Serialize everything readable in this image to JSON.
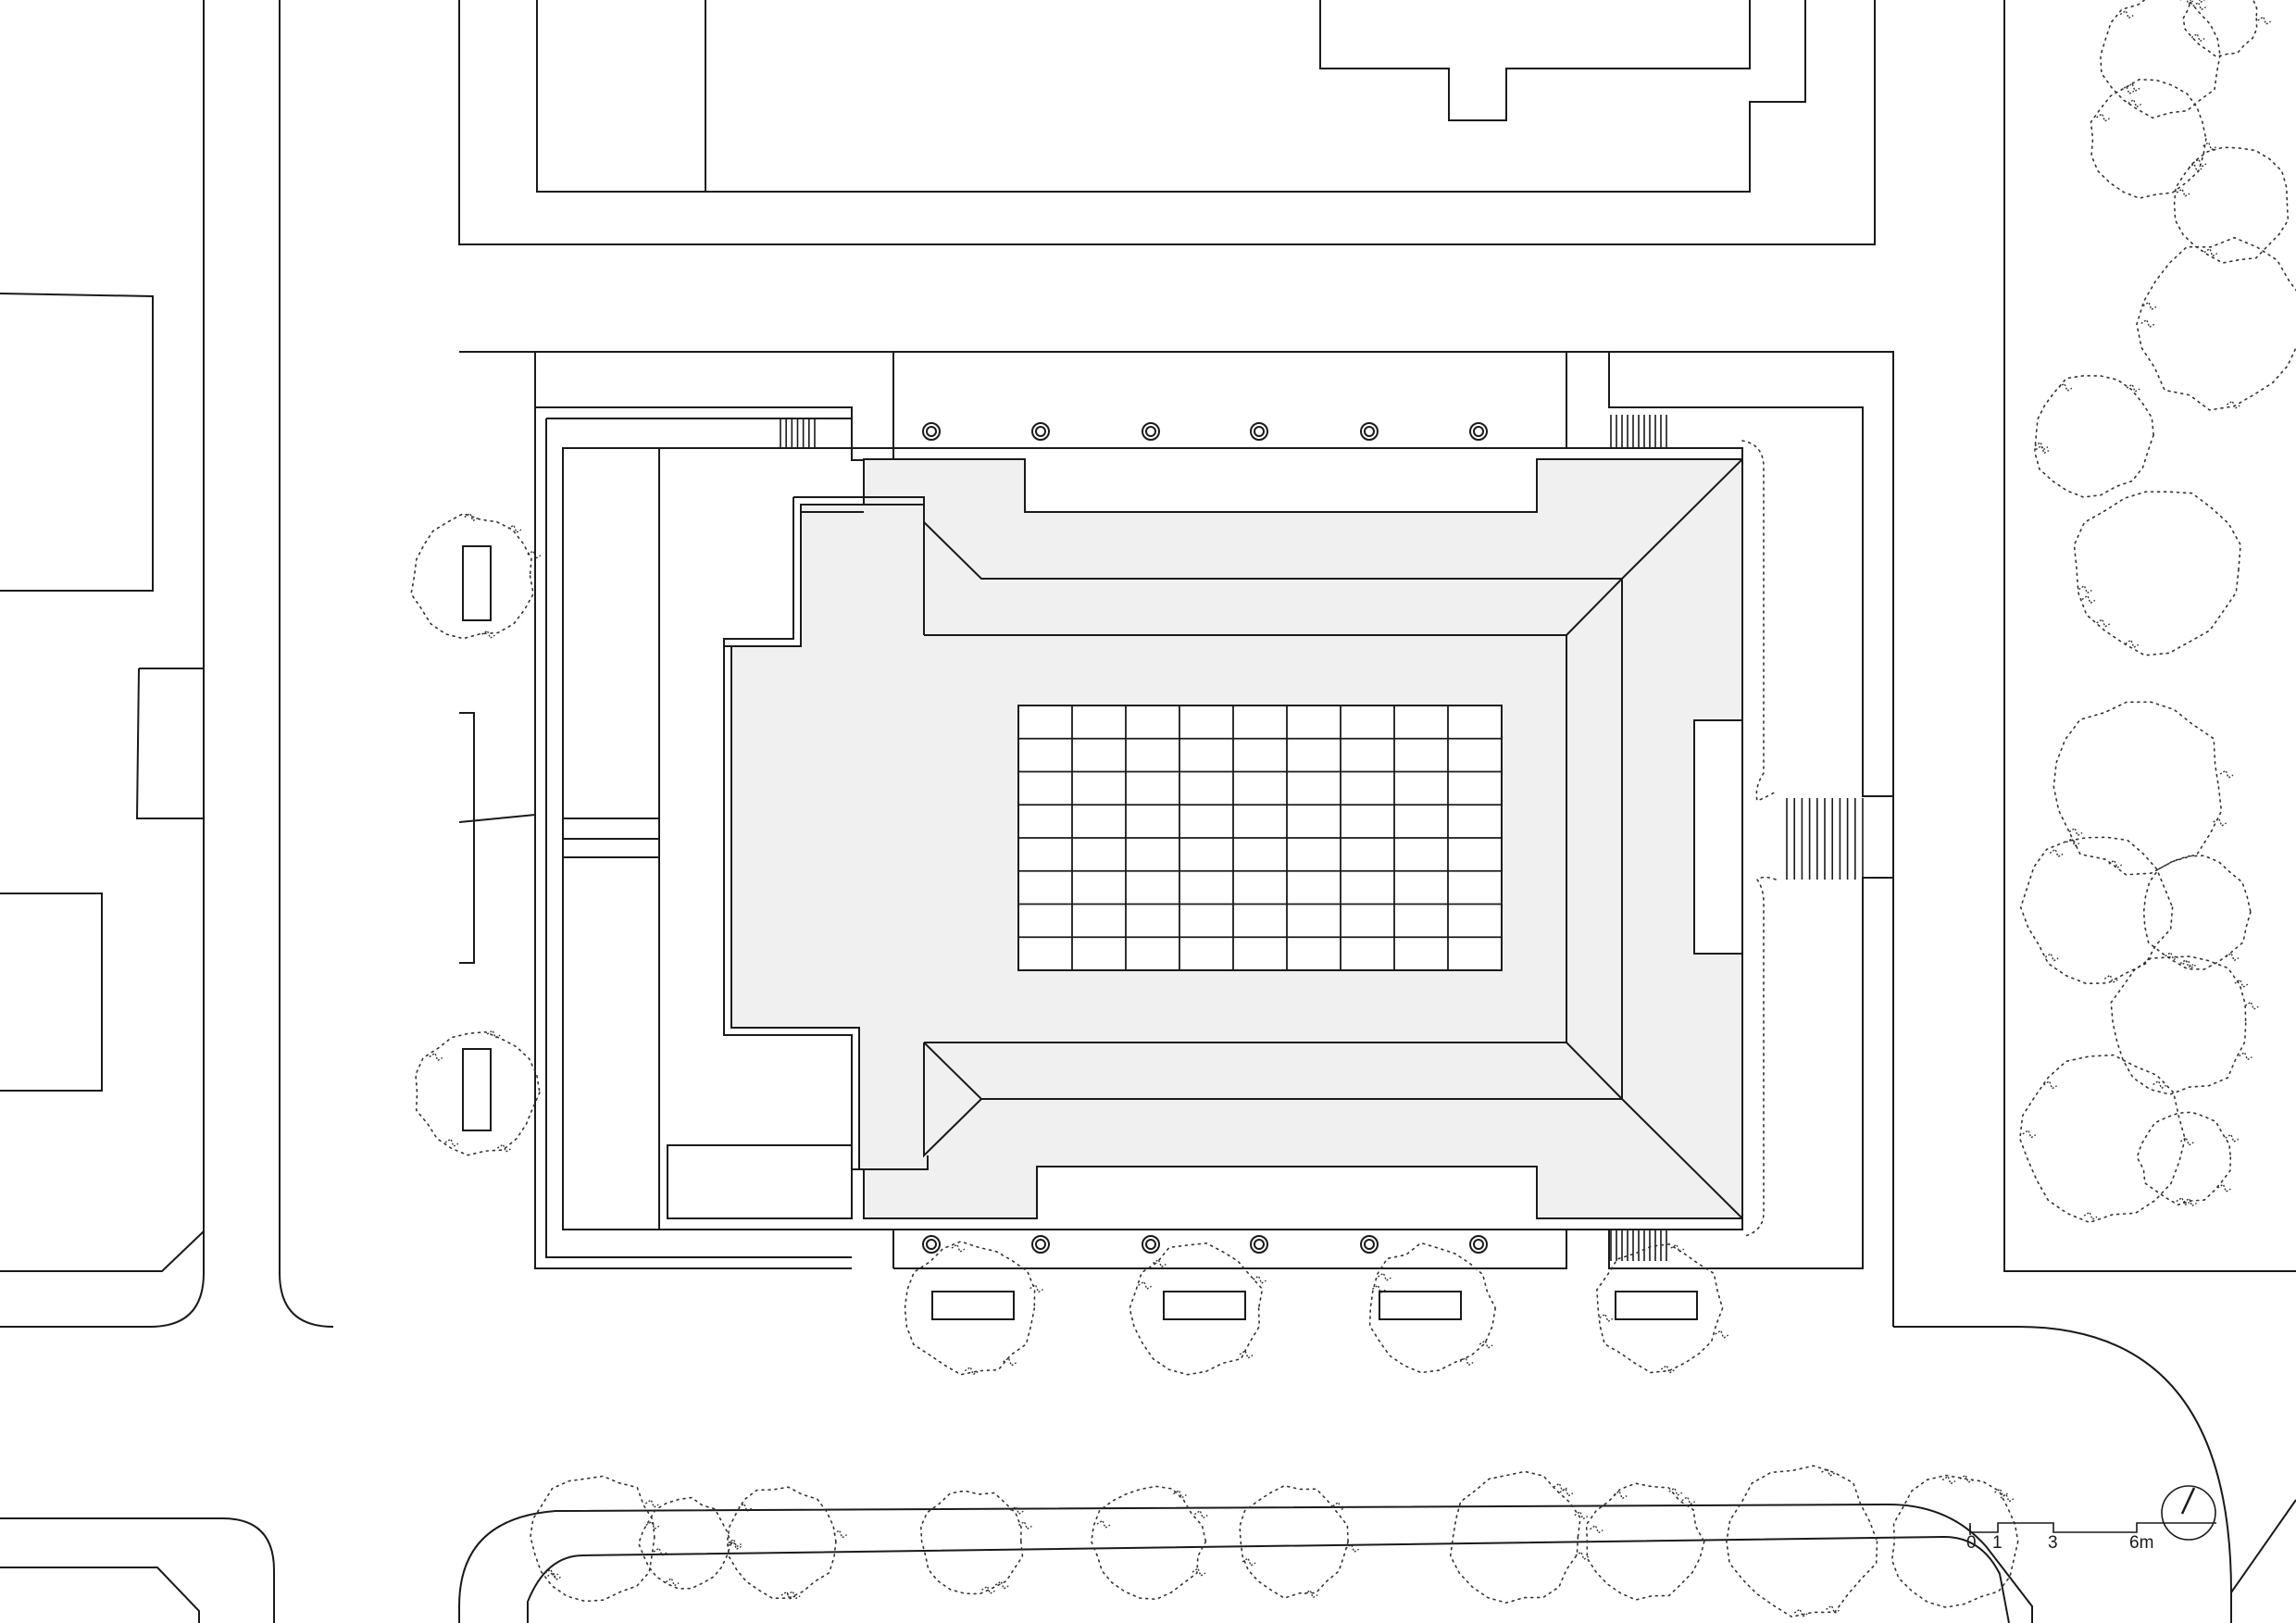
{
  "drawing": {
    "type": "site plan",
    "background": "#ffffff",
    "line_color": "#1a1a1a",
    "roof_fill": "#f0f0f0"
  },
  "scale_bar": {
    "ticks": [
      "0",
      "1",
      "3",
      "6m"
    ]
  },
  "north_arrow": {
    "icon": "north-arrow-icon"
  }
}
